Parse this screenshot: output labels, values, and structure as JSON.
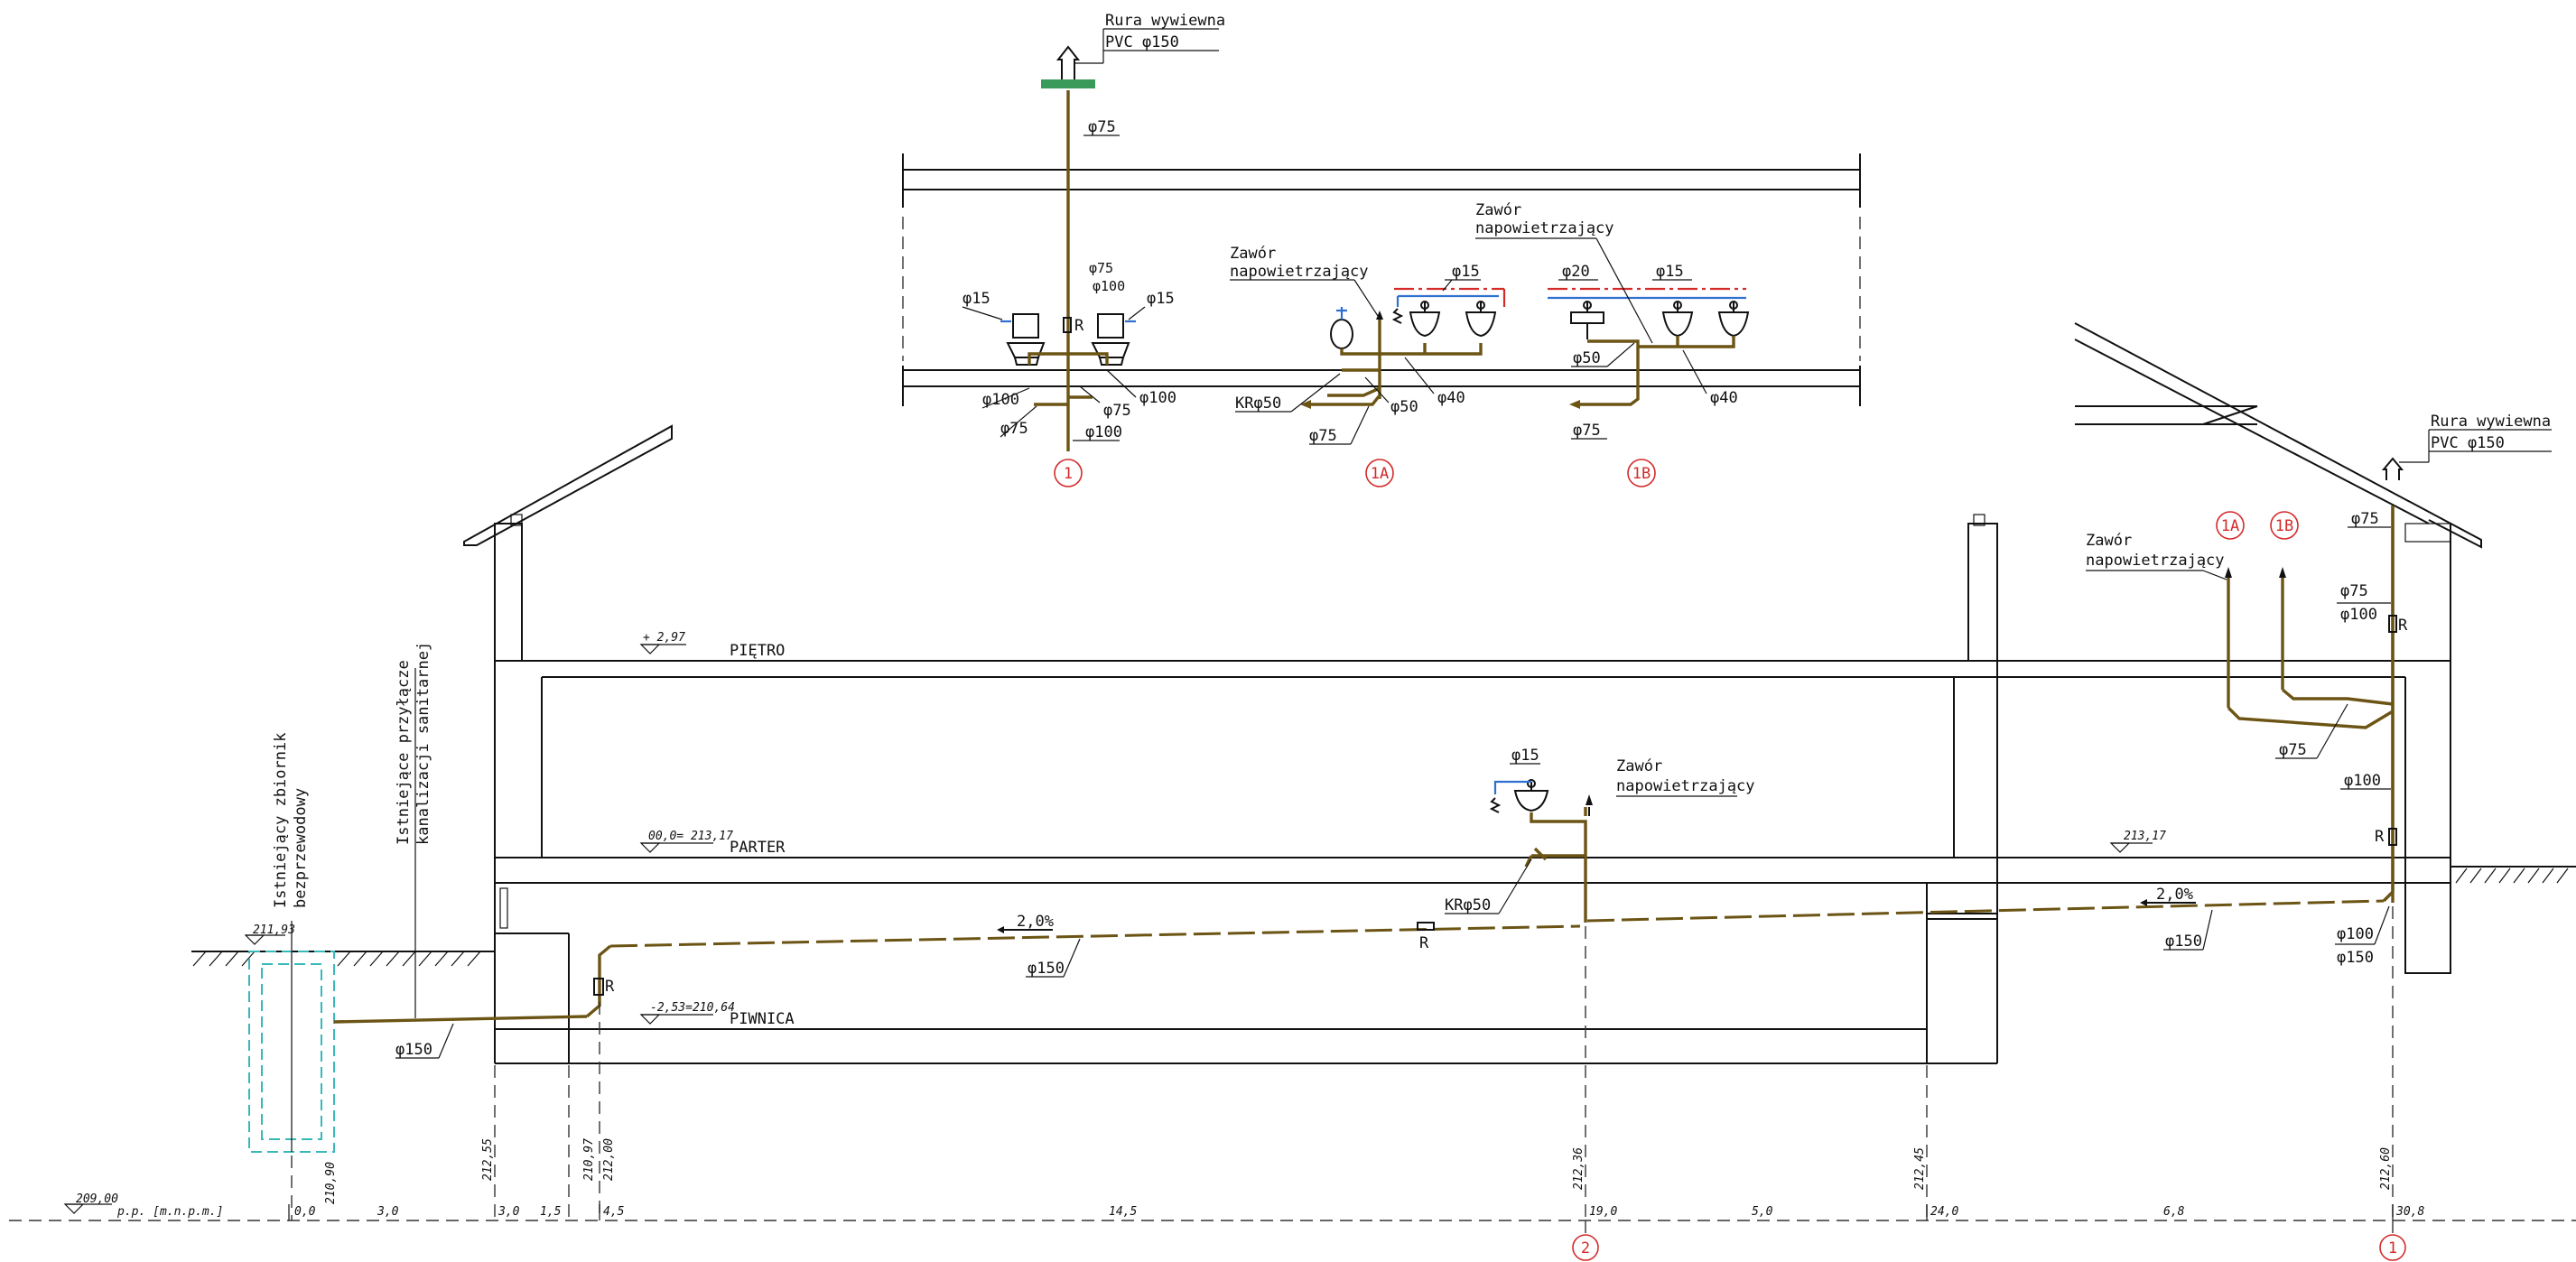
{
  "drawing": {
    "top_vent": {
      "line1": "Rura wywiewna",
      "line2": "PVC φ150"
    },
    "right_vent": {
      "line1": "Rura wywiewna",
      "line2": "PVC φ150"
    },
    "valve_label_1a": {
      "line1": "Zawór",
      "line2": "napowietrzający"
    },
    "valve_label_1b": {
      "line1": "Zawór",
      "line2": "napowietrzający"
    },
    "valve_label_right": {
      "line1": "Zawór",
      "line2": "napowietrzający"
    },
    "valve_label_parter": {
      "line1": "Zawór",
      "line2": "napowietrzający"
    },
    "existing_tank": {
      "line1": "Istniejący zbiornik",
      "line2": "bezprzewodowy"
    },
    "existing_connection": {
      "line1": "Istniejące przyłącze",
      "line2": "kanalizacji sanitarnej"
    },
    "floors": {
      "pietro": "PIĘTRO",
      "parter": "PARTER",
      "piwnica": "PIWNICA",
      "pietro_level": "+ 2,97",
      "parter_level": "00,0= 213,17",
      "parter_level_right": "213,17",
      "piwnica_level": "-2,53=210,64",
      "ground_level": "211,93",
      "datum": "209,00",
      "datum_label": "p.p. [m.n.p.m.]"
    },
    "riser_markers": {
      "r1": "1",
      "r1a": "1A",
      "r1b": "1B",
      "r2": "2",
      "r1_bottom": "1",
      "r1a_right": "1A",
      "r1b_right": "1B"
    },
    "diameters": {
      "d75_top": "φ75",
      "d75_100_a": "φ75",
      "d75_100_b": "φ100",
      "d15_left": "φ15",
      "d15_right": "φ15",
      "r_top": "R",
      "d100_l": "φ100",
      "d75_l": "φ75",
      "d75_m": "φ75",
      "d100_r": "φ100",
      "d100_bottom": "φ100",
      "kr50_1a": "KRφ50",
      "d50_1a": "φ50",
      "d40_1a": "φ40",
      "d75_1a": "φ75",
      "d15_1a": "φ15",
      "d20_1b": "φ20",
      "d15_1b": "φ15",
      "d50_1b": "φ50",
      "d40_1b": "φ40",
      "d75_1b": "φ75",
      "d75_right_top": "φ75",
      "d75_right_a": "φ75",
      "d100_right_a": "φ100",
      "r_right_top": "R",
      "d75_right_mid": "φ75",
      "d100_right_mid": "φ100",
      "r_right_bottom": "R",
      "d100_right_low": "φ100",
      "d150_right_low": "φ150",
      "d150_right": "φ150",
      "slope_right": "2,0%",
      "d15_parter": "φ15",
      "kr50_parter": "KRφ50",
      "r_parter": "R",
      "slope_left": "2,0%",
      "d150_mid": "φ150",
      "r_basement": "R",
      "d150_out": "φ150"
    },
    "vertical_levels": [
      "210,90",
      "212,55",
      "210,97",
      "212,00",
      "212,36",
      "212,45",
      "212,60"
    ],
    "chainage": [
      "0,0",
      "3,0",
      "3,0",
      "1,5",
      "4,5",
      "14,5",
      "19,0",
      "5,0",
      "24,0",
      "6,8",
      "30,8"
    ]
  }
}
